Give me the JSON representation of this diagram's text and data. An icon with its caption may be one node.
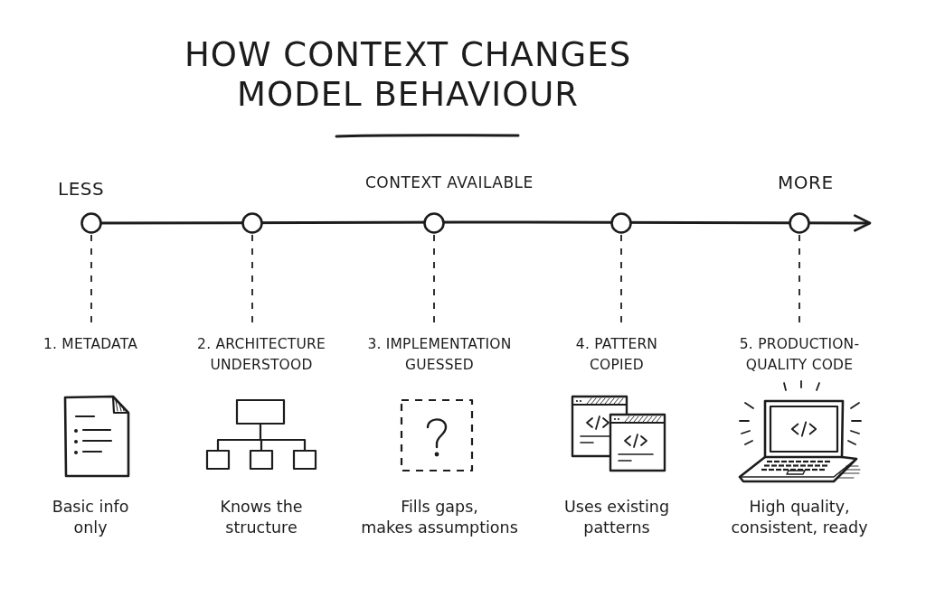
{
  "diagram": {
    "title": "HOW CONTEXT CHANGES MODEL BEHAVIOUR",
    "nodes": [
      {
        "text": [],
        "shape": "circle"
      },
      {
        "text": [],
        "shape": "circle"
      },
      {
        "text": [],
        "shape": "circle"
      },
      {
        "text": [],
        "shape": "circle"
      },
      {
        "text": [],
        "shape": "circle"
      },
      {
        "text": [
          "1. METADATA",
          "Basic info only"
        ]
      },
      {
        "text": [
          "2. ARCHITECTURE UNDERSTOOD",
          "Knows the structure"
        ]
      },
      {
        "text": [
          "3. IMPLEMENTATION GUESSED",
          "Fills gaps, makes assumptions"
        ]
      },
      {
        "text": [
          "4. PATTERN COPIED",
          "Uses existing patterns"
        ]
      },
      {
        "text": [
          "5. PRODUCTION-QUALITY CODE",
          "High quality, consistent, ready"
        ]
      }
    ],
    "edges": [
      {
        "from": 0,
        "to": 5,
        "arrow": "none",
        "style": "dashed"
      },
      {
        "from": 1,
        "to": 6,
        "arrow": "none",
        "style": "dashed"
      },
      {
        "from": 2,
        "to": 7,
        "arrow": "none",
        "style": "dashed"
      },
      {
        "from": 3,
        "to": 8,
        "arrow": "none",
        "style": "dashed"
      },
      {
        "from": 4,
        "to": 9,
        "arrow": "none",
        "style": "dashed"
      }
    ],
    "labels": [
      "LESS",
      "CONTEXT AVAILABLE",
      "MORE"
    ]
  }
}
